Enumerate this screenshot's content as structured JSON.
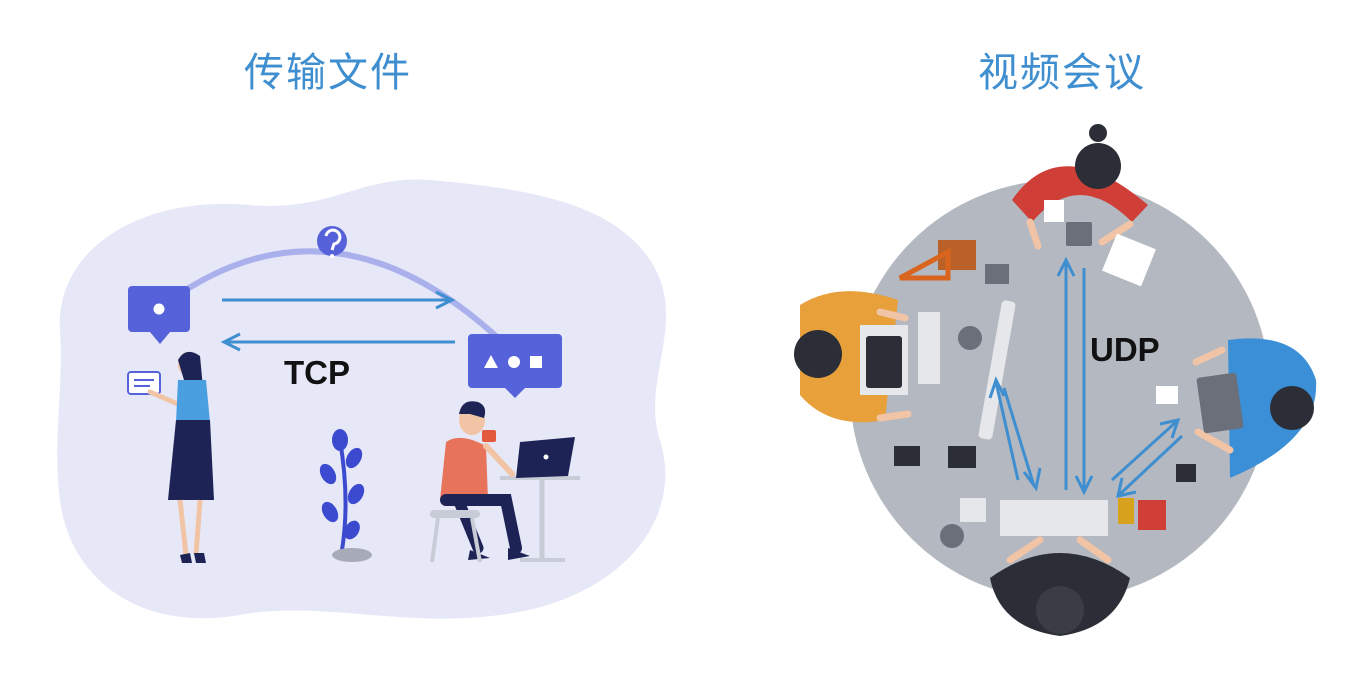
{
  "left_panel": {
    "title": "传输文件",
    "protocol": "TCP"
  },
  "right_panel": {
    "title": "视频会议",
    "protocol": "UDP"
  },
  "colors": {
    "title": "#3f8fd0",
    "arrow": "#3f8fd0",
    "blob": "#e6e8f8",
    "bubble": "#5662d9",
    "table": "#b3b8c1",
    "arc": "#a9b0ec"
  }
}
